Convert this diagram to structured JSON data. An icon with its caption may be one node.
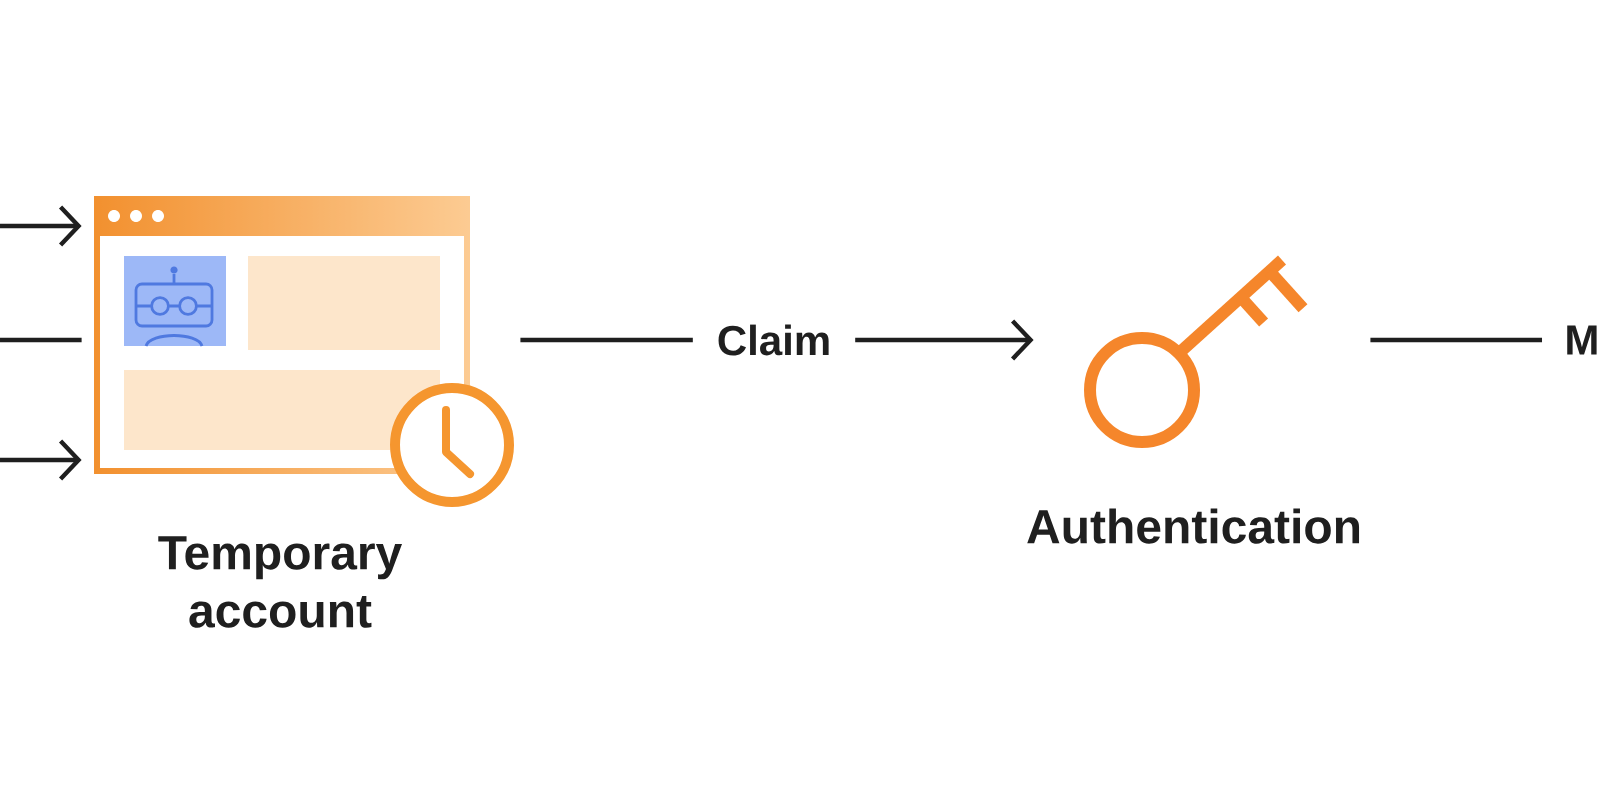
{
  "diagram": {
    "nodes": [
      {
        "text": [
          "Temporary account"
        ]
      },
      {
        "text": [
          "Authentication"
        ]
      }
    ],
    "edges": [
      {
        "from": null,
        "to": 0,
        "arrow": "to"
      },
      {
        "from": null,
        "to": 0,
        "arrow": "none"
      },
      {
        "from": null,
        "to": 0,
        "arrow": "to"
      },
      {
        "from": 0,
        "to": 1,
        "arrow": "to",
        "label": "Claim"
      },
      {
        "from": 1,
        "to": null,
        "arrow": "none",
        "label": "M"
      }
    ]
  }
}
